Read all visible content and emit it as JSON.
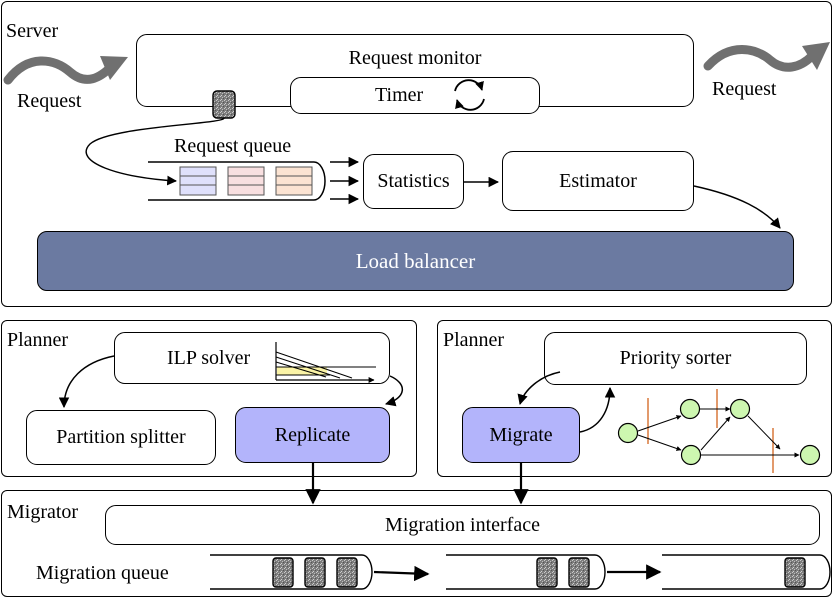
{
  "server": {
    "title": "Server",
    "request_in": "Request",
    "request_out": "Request",
    "request_monitor": "Request monitor",
    "timer": "Timer",
    "request_queue": "Request queue",
    "statistics": "Statistics",
    "estimator": "Estimator",
    "load_balancer": "Load balancer"
  },
  "planner_left": {
    "title": "Planner",
    "ilp_solver": "ILP solver",
    "partition_splitter": "Partition splitter",
    "replicate": "Replicate"
  },
  "planner_right": {
    "title": "Planner",
    "priority_sorter": "Priority sorter",
    "migrate": "Migrate"
  },
  "migrator": {
    "title": "Migrator",
    "migration_interface": "Migration interface",
    "migration_queue": "Migration queue"
  },
  "colors": {
    "load_balancer_fill": "#6b7aa1",
    "action_box_fill": "#b3b4fb",
    "graph_node_fill": "#cdf7b0",
    "queue_slot_purple": "#dfe0fb",
    "queue_slot_pink": "#f8dfe0",
    "queue_slot_orange": "#fbe3d2",
    "divider_orange": "#d9783a"
  },
  "icons": [
    "wavy-arrow-icon",
    "cycle-arrows-icon",
    "queue-token-icon",
    "line-plot-icon",
    "dependency-graph-icon"
  ]
}
